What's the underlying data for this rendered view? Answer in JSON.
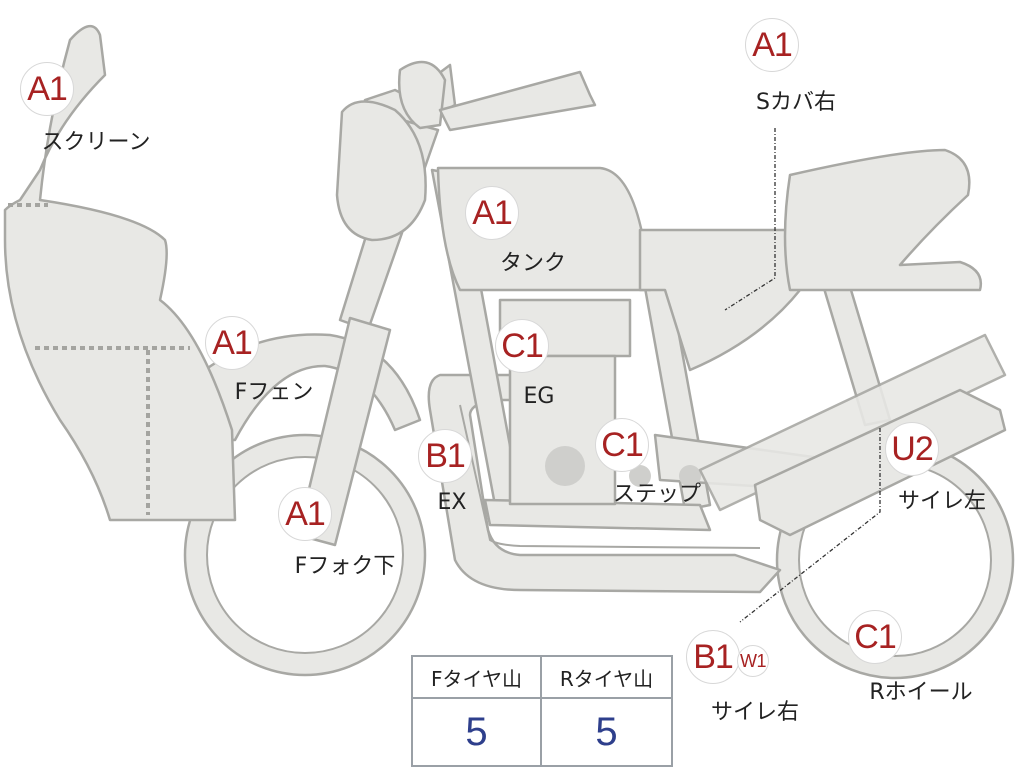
{
  "parts": [
    {
      "key": "screen",
      "code": "A1",
      "label": "スクリーン"
    },
    {
      "key": "side_cover_right",
      "code": "A1",
      "label": "Sカバ右"
    },
    {
      "key": "tank",
      "code": "A1",
      "label": "タンク"
    },
    {
      "key": "front_fender",
      "code": "A1",
      "label": "Fフェン"
    },
    {
      "key": "engine",
      "code": "C1",
      "label": "EG"
    },
    {
      "key": "exhaust",
      "code": "B1",
      "label": "EX"
    },
    {
      "key": "step",
      "code": "C1",
      "label": "ステップ"
    },
    {
      "key": "muffler_left",
      "code": "U2",
      "label": "サイレ左"
    },
    {
      "key": "front_fork_lower",
      "code": "A1",
      "label": "Fフォク下"
    },
    {
      "key": "muffler_right",
      "code": "B1",
      "code2": "W1",
      "label": "サイレ右"
    },
    {
      "key": "rear_wheel",
      "code": "C1",
      "label": "Rホイール"
    }
  ],
  "tire_tread": {
    "front_label": "Fタイヤ山",
    "rear_label": "Rタイヤ山",
    "front_value": "5",
    "rear_value": "5"
  },
  "colors": {
    "part_fill": "#e8e8e5",
    "part_stroke": "#a8a8a4",
    "code_text": "#a72222",
    "tread_value": "#2e3f8c"
  }
}
